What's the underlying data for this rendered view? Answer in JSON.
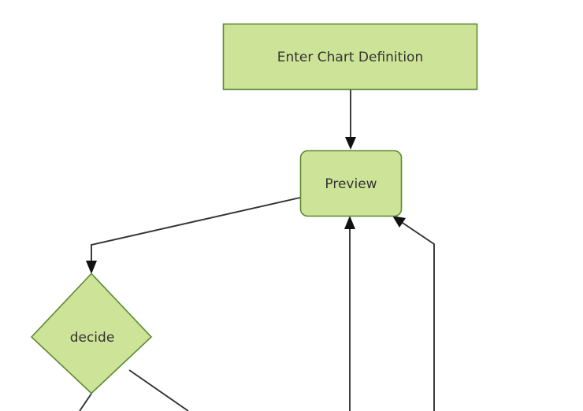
{
  "diagram": {
    "type": "flowchart",
    "background_color": "#ffffff",
    "node_fill_color": "#cde498",
    "node_border_color": "#5a8a32",
    "node_text_color": "#333333",
    "edge_color": "#333333",
    "nodes": [
      {
        "id": "enter",
        "label": "Enter Chart Definition",
        "shape": "rectangle"
      },
      {
        "id": "preview",
        "label": "Preview",
        "shape": "rounded-rectangle"
      },
      {
        "id": "decide",
        "label": "decide",
        "shape": "diamond"
      }
    ],
    "edges": [
      {
        "from": "enter",
        "to": "preview",
        "label": ""
      },
      {
        "from": "preview",
        "to": "decide",
        "label": ""
      },
      {
        "from": "offscreen-below-center",
        "to": "preview",
        "label": ""
      },
      {
        "from": "offscreen-below-right",
        "to": "preview",
        "label": ""
      },
      {
        "from": "decide",
        "to": "offscreen-below-left",
        "label": ""
      },
      {
        "from": "decide",
        "to": "offscreen-below-right2",
        "label": ""
      }
    ]
  }
}
